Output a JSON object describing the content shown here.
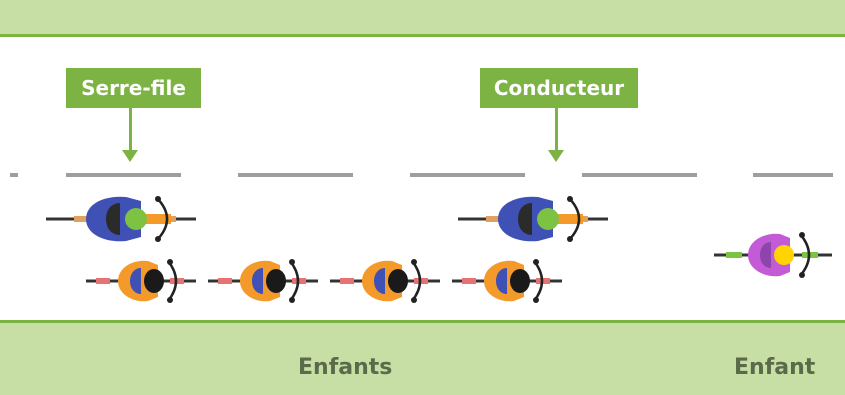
{
  "labels": {
    "rear_leader": "Serre-file",
    "driver": "Conducteur",
    "children": "Enfants",
    "child": "Enfant"
  },
  "colors": {
    "band": "#c7dfa4",
    "band_line": "#7cb342",
    "callout": "#7cb342",
    "adult_body": "#3f51b5",
    "adult_head": "#7dc242",
    "child_body": "#f39a2a",
    "child_head": "#1a1a1a",
    "solo_child_body": "#c45bd6",
    "solo_child_head": "#ffd400"
  },
  "icons": {
    "adult": "adult-cyclist-icon",
    "child": "child-cyclist-icon",
    "solo_child": "solo-child-cyclist-icon"
  }
}
